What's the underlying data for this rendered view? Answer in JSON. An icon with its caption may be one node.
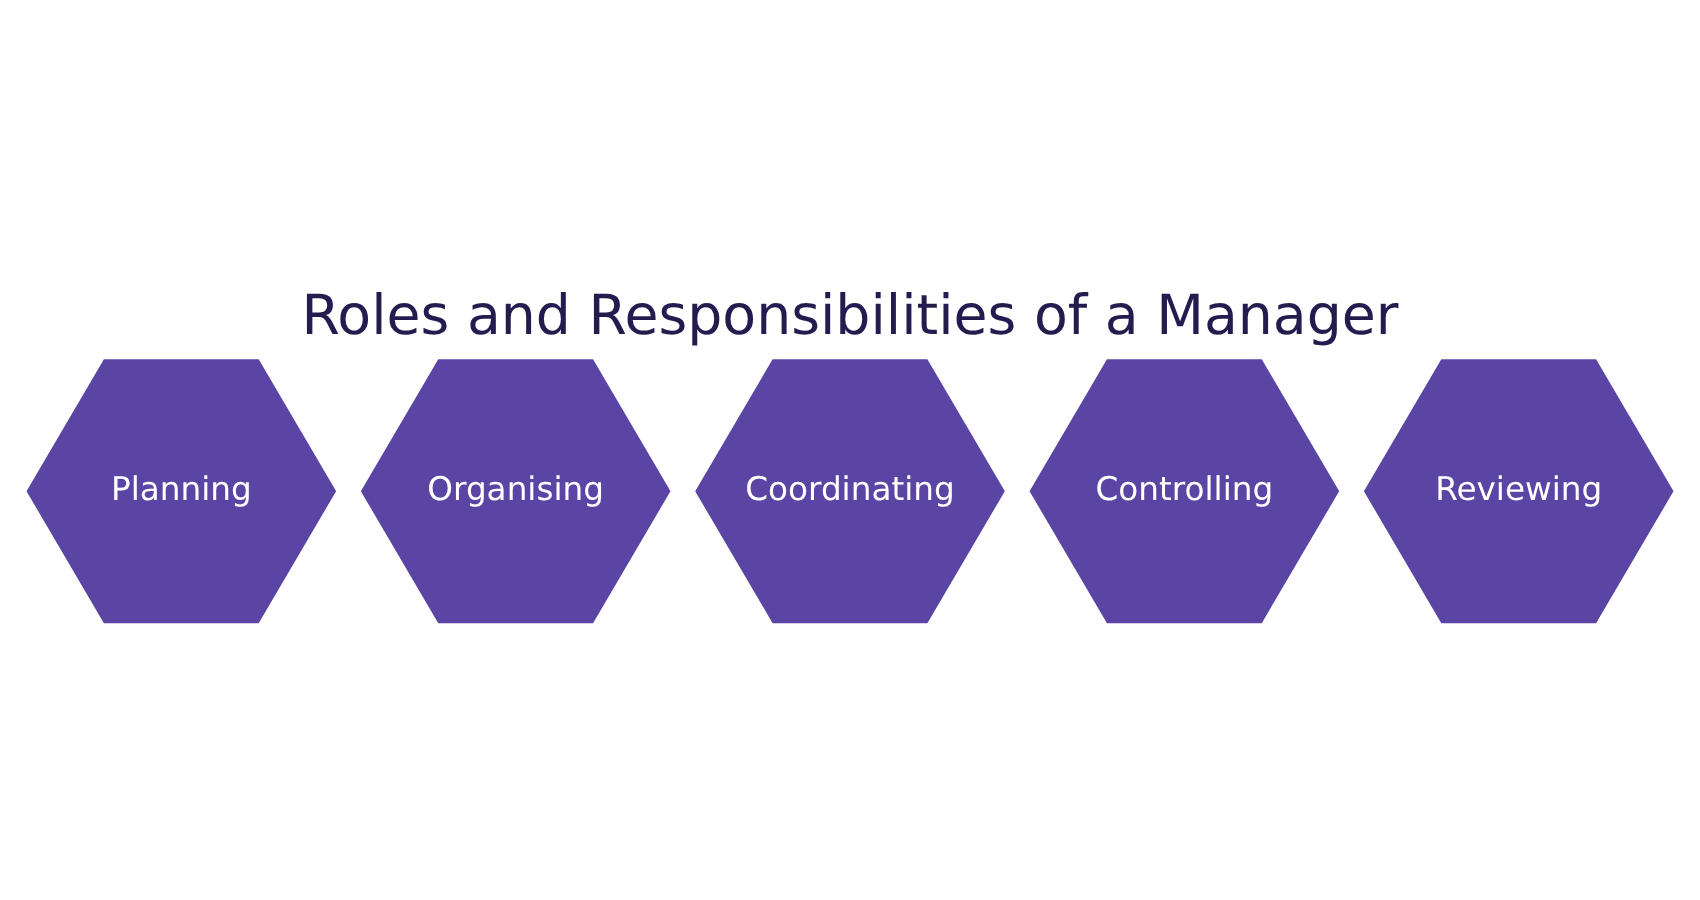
{
  "diagram": {
    "title": "Roles and Responsibilities of a Manager",
    "nodes": [
      {
        "text": [
          "Planning"
        ]
      },
      {
        "text": [
          "Organising"
        ]
      },
      {
        "text": [
          "Coordinating"
        ]
      },
      {
        "text": [
          "Controlling"
        ]
      },
      {
        "text": [
          "Reviewing"
        ]
      }
    ]
  }
}
